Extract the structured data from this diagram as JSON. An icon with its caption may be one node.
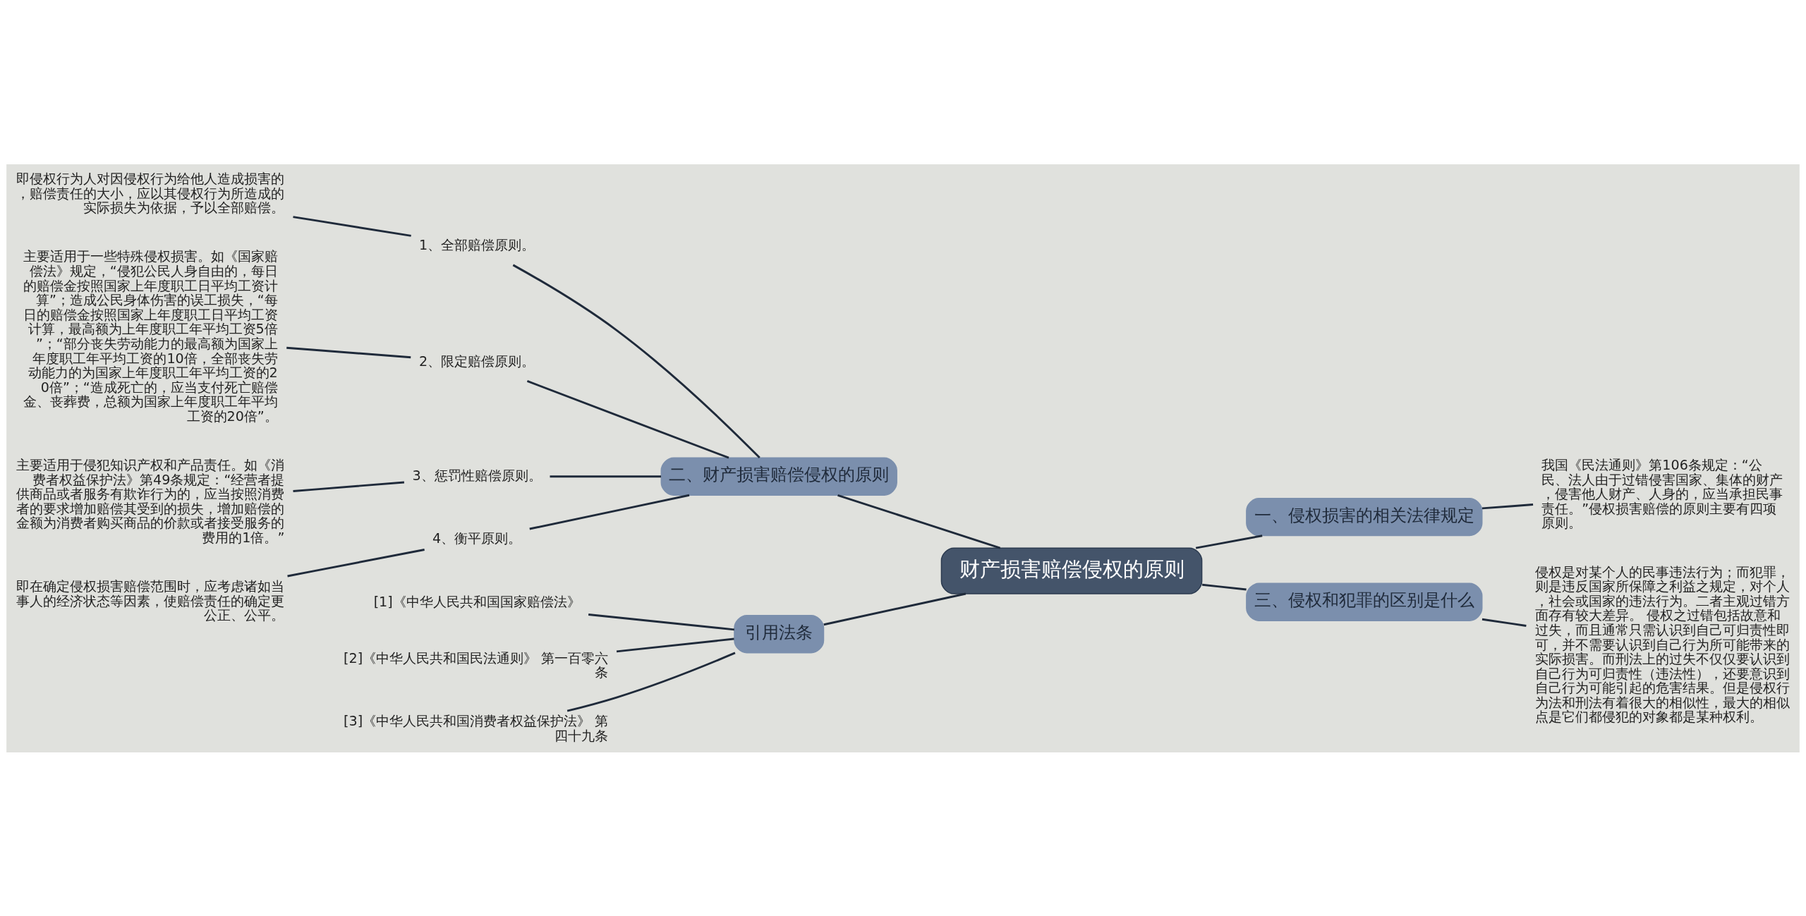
{
  "diagram": {
    "nodes": [
      {
        "text": [
          "财产损害赔偿侵权的原则"
        ]
      },
      {
        "text": [
          "一、侵权损害的相关法律规定"
        ]
      },
      {
        "text": [
          "我国《民法通则》第106条规定：“公民、法人由于过错侵害国家、集体的财产，侵害他人财产、人身的，应当承担民事责任。”侵权损害赔偿的原则主要有四项原则。"
        ]
      },
      {
        "text": [
          "二、财产损害赔偿侵权的原则"
        ]
      },
      {
        "text": [
          "1、全部赔偿原则。"
        ]
      },
      {
        "text": [
          "即侵权行为人对因侵权行为给他人造成损害的，赔偿责任的大小，应以其侵权行为所造成的实际损失为依据，予以全部赔偿。"
        ]
      },
      {
        "text": [
          "2、限定赔偿原则。"
        ]
      },
      {
        "text": [
          "主要适用于一些特殊侵权损害。如《国家赔偿法》规定，“侵犯公民人身自由的，每日的赔偿金按照国家上年度职工日平均工资计算”；造成公民身体伤害的误工损失，“每日的赔偿金按照国家上年度职工日平均工资计算，最高额为上年度职工年平均工资5倍”；“部分丧失劳动能力的最高额为国家上年度职工年平均工资的10倍，全部丧失劳动能力的为国家上年度职工年平均工资的20倍”；“造成死亡的，应当支付死亡赔偿金、丧葬费，总额为国家上年度职工年平均工资的20倍”。"
        ]
      },
      {
        "text": [
          "3、惩罚性赔偿原则。"
        ]
      },
      {
        "text": [
          "主要适用于侵犯知识产权和产品责任。如《消费者权益保护法》第49条规定：“经营者提供商品或者服务有欺诈行为的，应当按照消费者的要求增加赔偿其受到的损失，增加赔偿的金额为消费者购买商品的价款或者接受服务的费用的1倍。”"
        ]
      },
      {
        "text": [
          "4、衡平原则。"
        ]
      },
      {
        "text": [
          "即在确定侵权损害赔偿范围时，应考虑诸如当事人的经济状态等因素，使赔偿责任的确定更公正、公平。"
        ]
      },
      {
        "text": [
          "三、侵权和犯罪的区别是什么"
        ]
      },
      {
        "text": [
          "侵权是对某个人的民事违法行为；而犯罪，则是违反国家所保障之利益之规定，对个人，社会或国家的违法行为。二者主观过错方面存有较大差异。 侵权之过错包括故意和过失，而且通常只需认识到自己可归责性即可，并不需要认识到自己行为所可能带来的实际损害。而刑法上的过失不仅仅要认识到自己行为可归责性（违法性），还要意识到自己行为可能引起的危害结果。但是侵权行为法和刑法有着很大的相似性，最大的相似点是它们都侵犯的对象都是某种权利。"
        ]
      },
      {
        "text": [
          "引用法条"
        ]
      },
      {
        "text": [
          "[1]《中华人民共和国国家赔偿法》"
        ]
      },
      {
        "text": [
          "[2]《中华人民共和国民法通则》 第一百零六条"
        ]
      },
      {
        "text": [
          "[3]《中华人民共和国消费者权益保护法》 第四十九条"
        ]
      }
    ],
    "edges": [
      {
        "from": 0,
        "to": 1,
        "arrow": "none"
      },
      {
        "from": 1,
        "to": 2,
        "arrow": "none"
      },
      {
        "from": 0,
        "to": 3,
        "arrow": "none"
      },
      {
        "from": 3,
        "to": 4,
        "arrow": "none"
      },
      {
        "from": 4,
        "to": 5,
        "arrow": "none"
      },
      {
        "from": 3,
        "to": 6,
        "arrow": "none"
      },
      {
        "from": 6,
        "to": 7,
        "arrow": "none"
      },
      {
        "from": 3,
        "to": 8,
        "arrow": "none"
      },
      {
        "from": 8,
        "to": 9,
        "arrow": "none"
      },
      {
        "from": 3,
        "to": 10,
        "arrow": "none"
      },
      {
        "from": 10,
        "to": 11,
        "arrow": "none"
      },
      {
        "from": 0,
        "to": 12,
        "arrow": "none"
      },
      {
        "from": 12,
        "to": 13,
        "arrow": "none"
      },
      {
        "from": 0,
        "to": 14,
        "arrow": "none"
      },
      {
        "from": 14,
        "to": 15,
        "arrow": "none"
      },
      {
        "from": 14,
        "to": 16,
        "arrow": "none"
      },
      {
        "from": 14,
        "to": 17,
        "arrow": "none"
      }
    ]
  }
}
